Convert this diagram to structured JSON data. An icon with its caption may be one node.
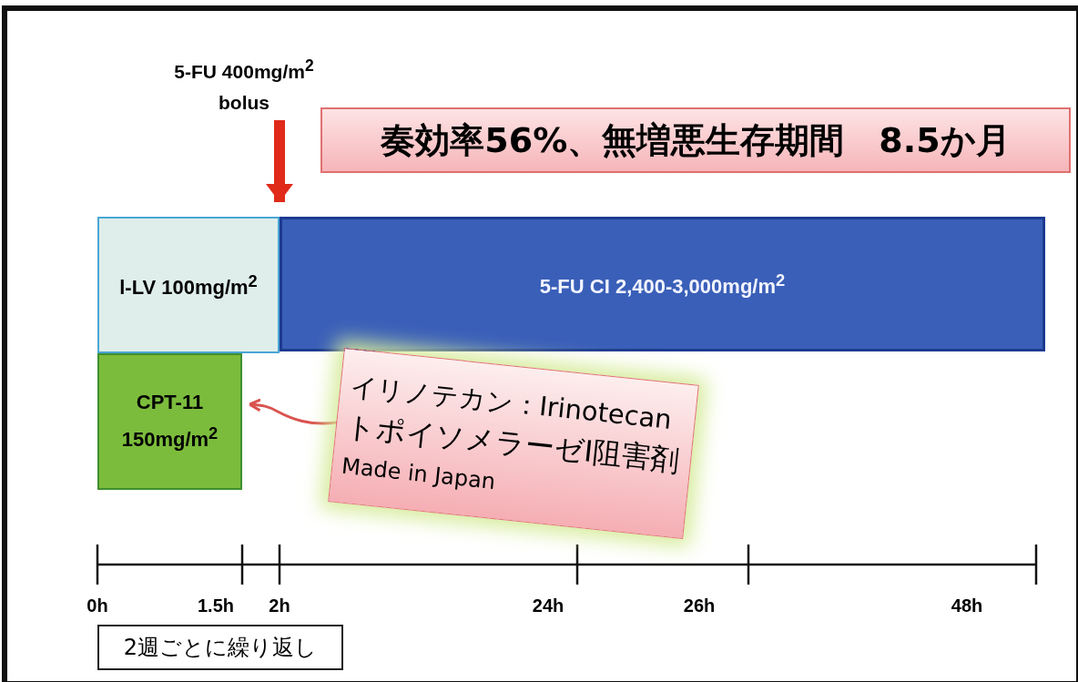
{
  "diagram": {
    "nodes": [
      {
        "text": [
          "5-FU 400mg/m$^{2}$ bolus"
        ]
      },
      {
        "text": [
          "奏効率56%、無増悪生存期間　8.5か月"
        ]
      },
      {
        "text": [
          "l-LV 100mg/m$^{2}$"
        ]
      },
      {
        "text": [
          "5-FU CI 2,400-3,000mg/m$^{2}$"
        ]
      },
      {
        "text": [
          "CPT-11 150mg/m$^{2}$"
        ]
      },
      {
        "text": [
          "イリノテカン：Irinotecan",
          "トポイソメラーゼI阻害剤",
          "Made in Japan"
        ]
      },
      {
        "text": [
          "2週ごとに繰り返し"
        ]
      }
    ],
    "edges": [
      {
        "from": 0,
        "to": 3,
        "arrow": "to",
        "style": "thick",
        "color": "#e02a1a"
      },
      {
        "from": 5,
        "to": 4,
        "arrow": "to",
        "color": "#d9534f"
      }
    ],
    "labels": [
      "0h",
      "1.5h",
      "2h",
      "24h",
      "26h",
      "48h"
    ]
  }
}
